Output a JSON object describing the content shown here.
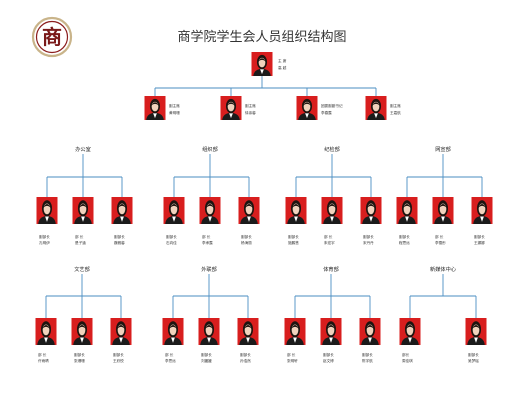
{
  "title": "商学院学生会人员组织结构图",
  "logo": {
    "glyph": "商",
    "color": "#8b1d1d",
    "ring_color": "#c9b48a"
  },
  "colors": {
    "line": "#4a8ec2",
    "photo_bg": "#d81e1e",
    "suit": "#1b1b1b",
    "hair": "#1e1410",
    "skin": "#f0d2bd"
  },
  "chairman": {
    "line1": "主 席",
    "line2": "高 越"
  },
  "vice_chairs": [
    {
      "line1": "副主席",
      "line2": "黄明珊"
    },
    {
      "line1": "副主席",
      "line2": "徐亲馨"
    },
    {
      "line1": "团委副副书记",
      "line2": "李春露"
    },
    {
      "line1": "副主席",
      "line2": "王嘉航"
    }
  ],
  "departments": [
    {
      "name": "办公室",
      "members": [
        {
          "line1": "副部长",
          "line2": "孔明伊"
        },
        {
          "line1": "部 长",
          "line2": "是子涵"
        },
        {
          "line1": "副部长",
          "line2": "魏雅馨"
        }
      ]
    },
    {
      "name": "组织部",
      "members": [
        {
          "line1": "副部长",
          "line2": "石向佳"
        },
        {
          "line1": "部 长",
          "line2": "李承露"
        },
        {
          "line1": "副部长",
          "line2": "杨海丽"
        }
      ]
    },
    {
      "name": "纪检部",
      "members": [
        {
          "line1": "副部长",
          "line2": "施鹏慧"
        },
        {
          "line1": "部 长",
          "line2": "朱宏宇"
        },
        {
          "line1": "副部长",
          "line2": "宋丹丹"
        }
      ]
    },
    {
      "name": "网宣部",
      "members": [
        {
          "line1": "副部长",
          "line2": "程思远"
        },
        {
          "line1": "部 长",
          "line2": "李雪彤"
        },
        {
          "line1": "副部长",
          "line2": "王娜娜"
        }
      ]
    },
    {
      "name": "文艺部",
      "members": [
        {
          "line1": "部 长",
          "line2": "许雨晴"
        },
        {
          "line1": "副部长",
          "line2": "张珊珊"
        },
        {
          "line1": "副部长",
          "line2": "王欣悦"
        }
      ]
    },
    {
      "name": "外联部",
      "members": [
        {
          "line1": "部 长",
          "line2": "李思远"
        },
        {
          "line1": "副部长",
          "line2": "刘媛媛"
        },
        {
          "line1": "副部长",
          "line2": "孙浩然"
        }
      ]
    },
    {
      "name": "体育部",
      "members": [
        {
          "line1": "部 长",
          "line2": "张明轩"
        },
        {
          "line1": "副部长",
          "line2": "赵文博"
        },
        {
          "line1": "副部长",
          "line2": "陈宇航"
        }
      ]
    },
    {
      "name": "新媒体中心",
      "members": [
        {
          "line1": "部长",
          "line2": "周佳琪"
        },
        {
          "line1": "副部长",
          "line2": "吴梦瑶"
        }
      ]
    }
  ]
}
